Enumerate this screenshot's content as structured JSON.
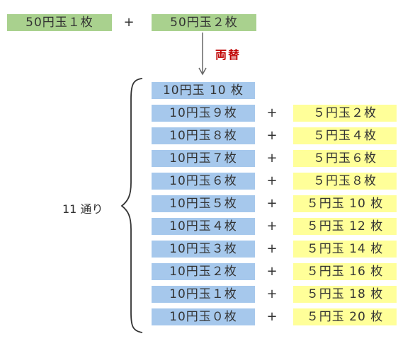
{
  "top": {
    "left_box": "50円玉１枚",
    "plus": "+",
    "right_box": "50円玉２枚"
  },
  "exchange_label": "両替",
  "count_label": "11 通り",
  "rows": [
    {
      "ten": "10円玉 10 枚",
      "plus": "",
      "five": ""
    },
    {
      "ten": "10円玉９枚",
      "plus": "+",
      "five": "５円玉２枚"
    },
    {
      "ten": "10円玉８枚",
      "plus": "+",
      "five": "５円玉４枚"
    },
    {
      "ten": "10円玉７枚",
      "plus": "+",
      "five": "５円玉６枚"
    },
    {
      "ten": "10円玉６枚",
      "plus": "+",
      "five": "５円玉８枚"
    },
    {
      "ten": "10円玉５枚",
      "plus": "+",
      "five": "５円玉 10 枚"
    },
    {
      "ten": "10円玉４枚",
      "plus": "+",
      "five": "５円玉 12 枚"
    },
    {
      "ten": "10円玉３枚",
      "plus": "+",
      "five": "５円玉 14 枚"
    },
    {
      "ten": "10円玉２枚",
      "plus": "+",
      "five": "５円玉 16 枚"
    },
    {
      "ten": "10円玉１枚",
      "plus": "+",
      "five": "５円玉 18 枚"
    },
    {
      "ten": "10円玉０枚",
      "plus": "+",
      "five": "５円玉 20 枚"
    }
  ],
  "colors": {
    "green": "#a9d18e",
    "blue": "#a6c8ec",
    "yellow": "#ffff99",
    "exchange_text": "#c00000"
  }
}
